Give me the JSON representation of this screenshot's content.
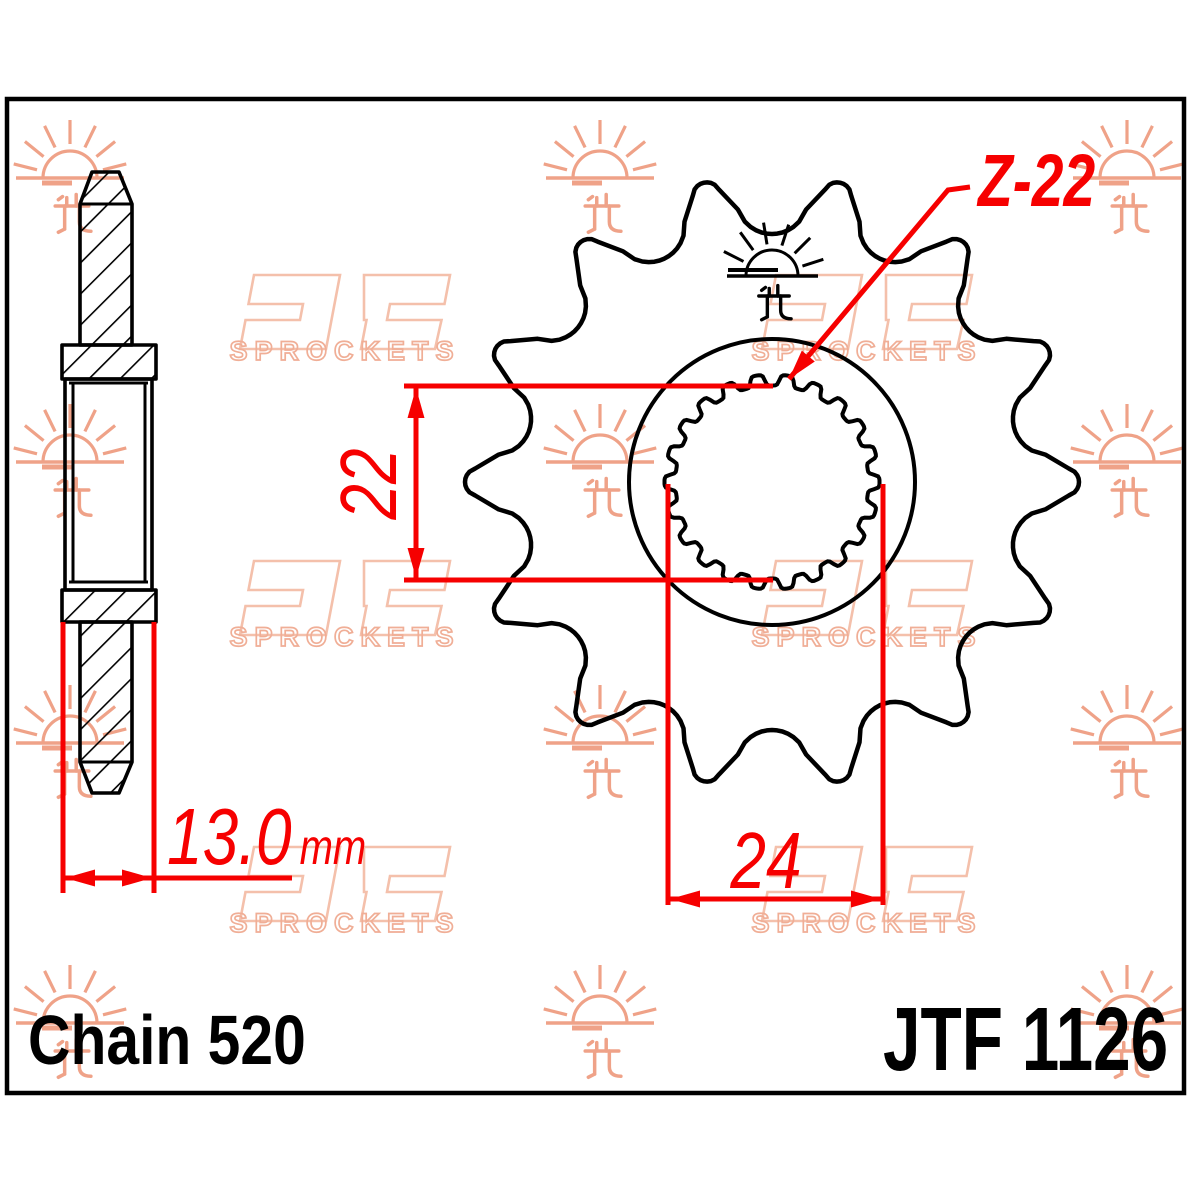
{
  "drawing": {
    "part_number": "JTF 1126",
    "chain_size_label": "Chain 520",
    "teeth_count_label": "Z-22",
    "dim_bore_minor": "22",
    "dim_bore_major": "24",
    "dim_width_value": "13.0",
    "dim_width_unit": "mm"
  },
  "watermark": {
    "sprockets_text": "SPROCKETS",
    "sun_icon": "sunrise-logo",
    "jt_mark_icon": "jt-kanji-mark"
  },
  "colors": {
    "dimension_red": "#f60000",
    "line_black": "#000000",
    "background": "#ffffff",
    "watermark_sun": "#efa288",
    "watermark_logo_outline": "#f4c0ab",
    "watermark_text_outline": "#f0ae96"
  }
}
